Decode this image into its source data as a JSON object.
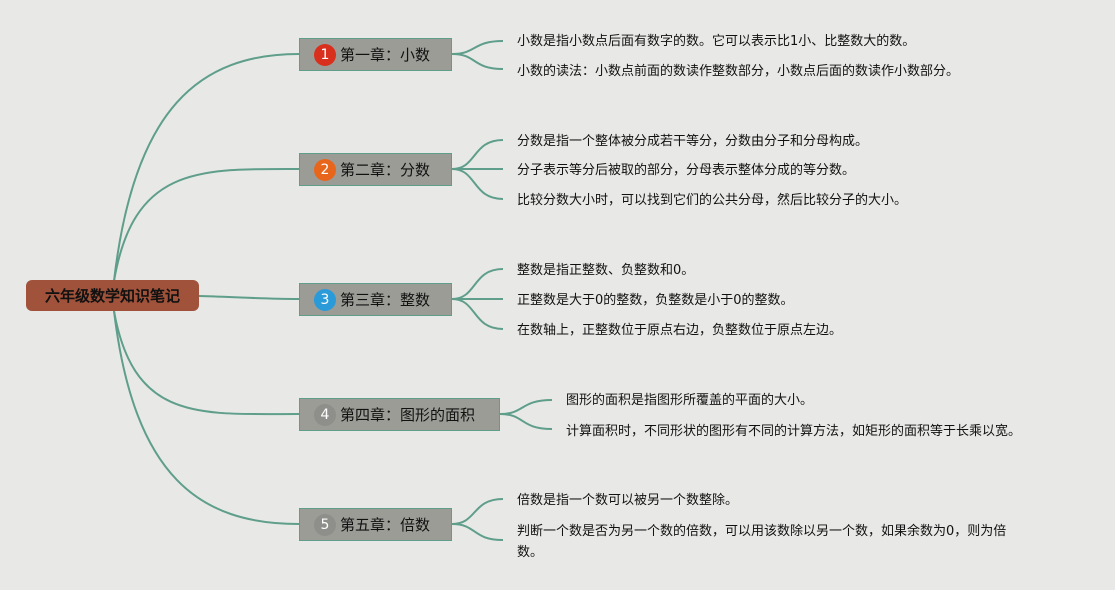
{
  "root": {
    "label": "六年级数学知识笔记"
  },
  "colors": {
    "background": "#e8e9e6",
    "root_fill": "#a0523a",
    "chapter_fill": "#9c9c97",
    "connector": "#5f9e8b"
  },
  "chapters": [
    {
      "number": "1",
      "badge_color": "#d8301c",
      "label": "第一章：小数",
      "notes": [
        "小数是指小数点后面有数字的数。它可以表示比1小、比整数大的数。",
        "小数的读法：小数点前面的数读作整数部分，小数点后面的数读作小数部分。"
      ]
    },
    {
      "number": "2",
      "badge_color": "#e8661c",
      "label": "第二章：分数",
      "notes": [
        "分数是指一个整体被分成若干等分，分数由分子和分母构成。",
        "分子表示等分后被取的部分，分母表示整体分成的等分数。",
        "比较分数大小时，可以找到它们的公共分母，然后比较分子的大小。"
      ]
    },
    {
      "number": "3",
      "badge_color": "#2a9ad8",
      "label": "第三章：整数",
      "notes": [
        "整数是指正整数、负整数和0。",
        "正整数是大于0的整数，负整数是小于0的整数。",
        "在数轴上，正整数位于原点右边，负整数位于原点左边。"
      ]
    },
    {
      "number": "4",
      "badge_color": "#8e8e8a",
      "label": "第四章：图形的面积",
      "notes": [
        "图形的面积是指图形所覆盖的平面的大小。",
        "计算面积时，不同形状的图形有不同的计算方法，如矩形的面积等于长乘以宽。"
      ]
    },
    {
      "number": "5",
      "badge_color": "#8e8e8a",
      "label": "第五章：倍数",
      "notes": [
        "倍数是指一个数可以被另一个数整除。",
        "判断一个数是否为另一个数的倍数，可以用该数除以另一个数，如果余数为0，则为倍数。"
      ]
    }
  ]
}
